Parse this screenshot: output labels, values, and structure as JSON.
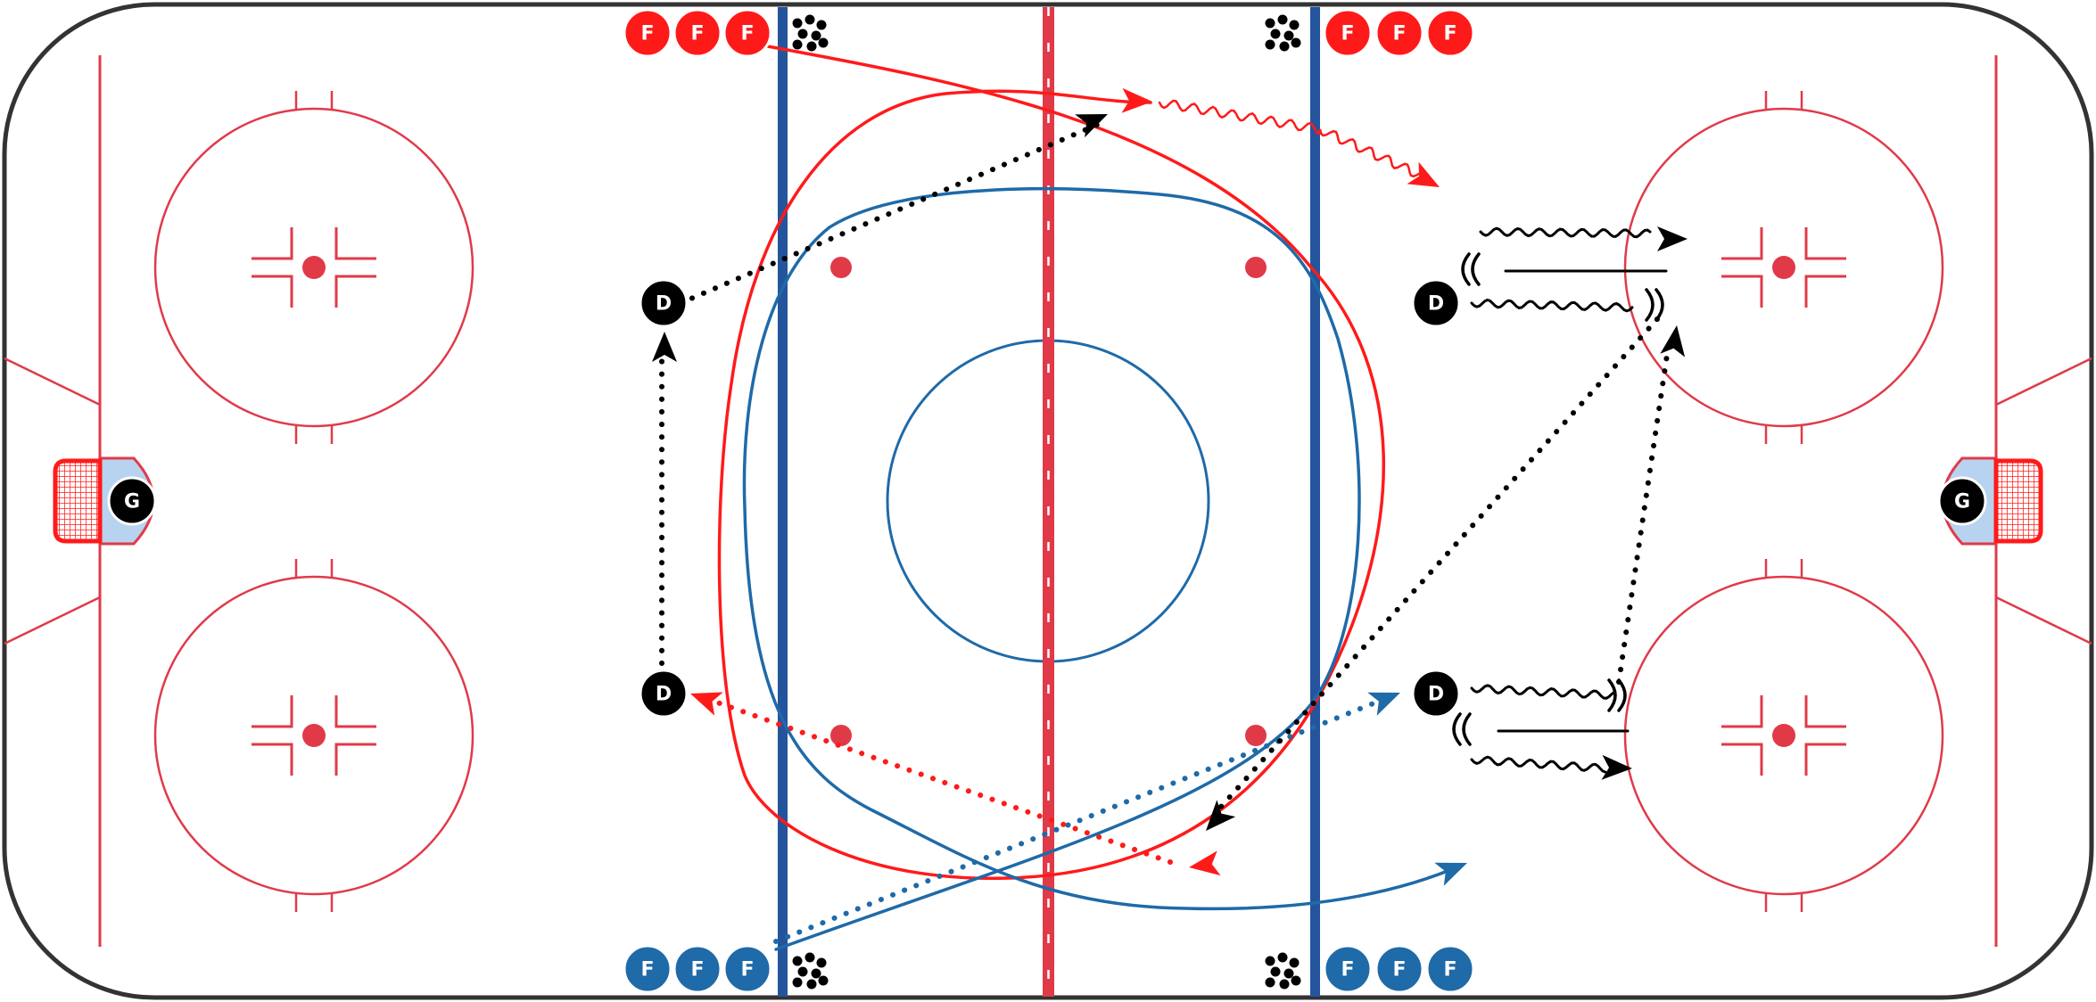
{
  "rink": {
    "board_color": "#333333",
    "red_line_color": "#e03a49",
    "blue_line_color": "#24559c",
    "crease_color": "#b8d3ef"
  },
  "players": {
    "goalie_label": "G",
    "defense_label": "D",
    "forward_label": "F",
    "red_team_color": "#ff1a1a",
    "blue_team_color": "#1f6aa8",
    "neutral_color": "#000000"
  },
  "paths": {
    "red_color": "#ff1a1a",
    "blue_color": "#1f6aa8",
    "black_color": "#000000"
  },
  "icons": {
    "pucks": "puck-pile-icon",
    "net": "goal-net-icon",
    "arrow": "arrowhead-icon"
  }
}
